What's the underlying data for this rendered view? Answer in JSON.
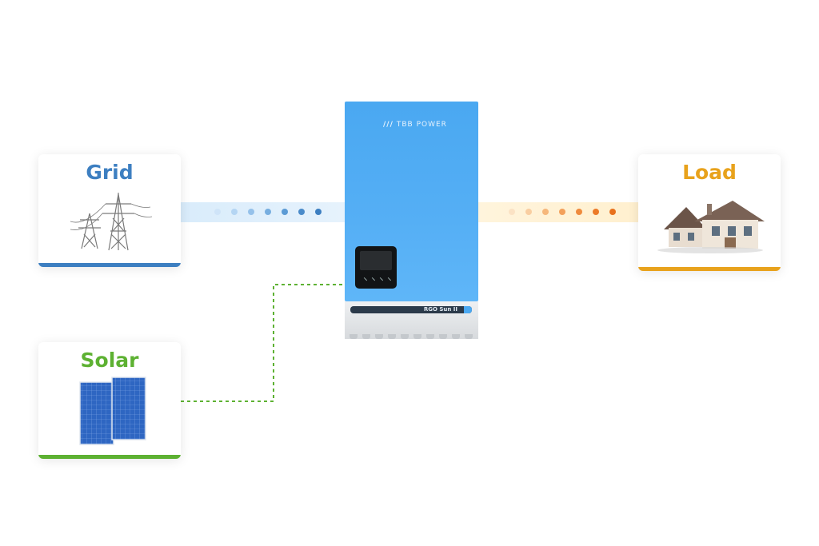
{
  "nodes": {
    "grid": {
      "label": "Grid",
      "color": "#3d7fc1",
      "bar_color": "#3d7fc1",
      "icon": "power-tower-icon"
    },
    "solar": {
      "label": "Solar",
      "color": "#5db132",
      "bar_color": "#5db132",
      "icon": "solar-panel-icon"
    },
    "load": {
      "label": "Load",
      "color": "#e8a21c",
      "bar_color": "#e8a21c",
      "icon": "house-icon"
    }
  },
  "inverter": {
    "brand": "TBB POWER",
    "model": "RGO Sun II",
    "body_color": "#4aa8f1"
  },
  "connections": [
    {
      "from": "grid",
      "to": "inverter",
      "style": "dotted-flow",
      "color": "#3d7fc1"
    },
    {
      "from": "inverter",
      "to": "load",
      "style": "dotted-flow",
      "color": "#e8711c"
    },
    {
      "from": "solar",
      "to": "inverter",
      "style": "dashed-line",
      "color": "#5db132"
    }
  ]
}
